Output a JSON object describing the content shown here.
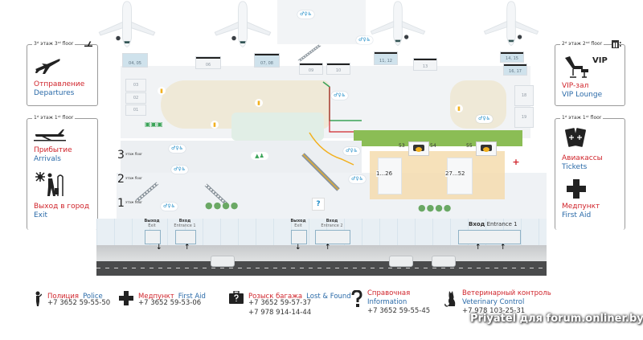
{
  "legend_left": {
    "box3": {
      "caption": "3ᵈ этаж  3ʳᵈ floor",
      "items": [
        {
          "icon": "departure-plane-icon",
          "ru": "Отправление",
          "en": "Departures"
        }
      ]
    },
    "box1": {
      "caption": "1ᵈ этаж  1ˢᵗ floor",
      "items": [
        {
          "icon": "arrival-plane-icon",
          "ru": "Прибытие",
          "en": "Arrivals"
        },
        {
          "icon": "exit-to-city-icon",
          "ru": "Выход в город",
          "en": "Exit"
        }
      ]
    }
  },
  "legend_right": {
    "box2": {
      "caption": "2ᵈ этаж  2ⁿᵈ floor",
      "items": [
        {
          "icon": "vip-lounge-icon",
          "badge": "VIP",
          "ru": "VIP-зал",
          "en": "VIP Lounge"
        }
      ]
    },
    "box1": {
      "caption": "1ᵈ этаж  1ˢᵗ floor",
      "items": [
        {
          "icon": "tickets-icon",
          "ru": "Авиакассы",
          "en": "Tickets"
        },
        {
          "icon": "first-aid-icon",
          "ru": "Медпункт",
          "en": "First Aid"
        }
      ]
    }
  },
  "map": {
    "gates": [
      "04, 05",
      "06",
      "07, 08",
      "09",
      "10",
      "11, 12",
      "13",
      "14, 15",
      "16, 17",
      "18",
      "19",
      "03",
      "02",
      "01"
    ],
    "floors": [
      {
        "num": "3",
        "label": "этаж floor"
      },
      {
        "num": "2",
        "label": "этаж floor"
      },
      {
        "num": "1",
        "label": "этаж floor"
      }
    ],
    "checkin": {
      "counters_a": "1...26",
      "counters_b": "27...52",
      "belts": [
        "53",
        "54",
        "55"
      ]
    },
    "doors": [
      {
        "ru": "Выход",
        "en": "Exit"
      },
      {
        "ru": "Вход",
        "en": "Entrance 1"
      },
      {
        "ru": "Выход",
        "en": "Exit"
      },
      {
        "ru": "Вход",
        "en": "Entrance 2"
      }
    ],
    "main_entrance": {
      "ru": "Вход",
      "en": "Entrance 1"
    },
    "accent_green": "#7cb342",
    "accent_red": "#d0242b",
    "accent_yellow": "#f2b01e",
    "icon_blue": "#1c8bc7"
  },
  "footer": [
    {
      "icon": "police-icon",
      "ru": "Полиция",
      "en": "Police",
      "phones": [
        "+7 3652 59-55-50"
      ]
    },
    {
      "icon": "first-aid-icon",
      "ru": "Медпункт",
      "en": "First Aid",
      "phones": [
        "+7 3652 59-53-06"
      ]
    },
    {
      "icon": "lost-luggage-icon",
      "ru": "Розыск багажа",
      "en": "Lost & Found",
      "phones": [
        "+7 3652 59-57-37",
        "+7 978 914-14-44"
      ]
    },
    {
      "icon": "question-icon",
      "ru": "Справочная",
      "en": "Information",
      "phones": [
        "+7 3652 59-55-45"
      ]
    },
    {
      "icon": "cat-icon",
      "ru": "Ветеринарный контроль",
      "en": "Veterinary Control",
      "phones": [
        "+7 978 103-25-31"
      ]
    }
  ],
  "watermark": "Priyatel для forum.onliner.by"
}
